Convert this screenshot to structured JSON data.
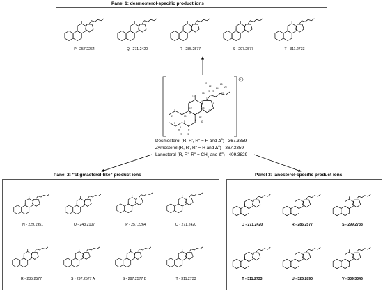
{
  "panels": [
    {
      "title": "Panel 1: desmosterol-specific product ions",
      "ions": [
        {
          "label": "P - 257.2264"
        },
        {
          "label": "Q - 271.2420"
        },
        {
          "label": "R - 285.2577"
        },
        {
          "label": "S - 297.2577"
        },
        {
          "label": "T - 311.2733"
        }
      ]
    },
    {
      "title": "Panel 2: \"stigmasterol-like\" product ions",
      "ions": [
        {
          "label": "N - 229.1951"
        },
        {
          "label": "O - 243.2107"
        },
        {
          "label": "P - 257.2264"
        },
        {
          "label": "Q - 271.2420"
        },
        {
          "label": "R - 285.2577"
        },
        {
          "label": "S - 297.2577 A"
        },
        {
          "label": "S - 297.2577  B"
        },
        {
          "label": "T - 311.2733"
        }
      ]
    },
    {
      "title": "Panel 3: lanosterol-specific product ions",
      "ions": [
        {
          "label": "Q - 271.2420"
        },
        {
          "label": "R - 285.2577"
        },
        {
          "label": "S - 299.2733"
        },
        {
          "label": "T - 311.2733"
        },
        {
          "label": "U - 325.2890"
        },
        {
          "label": "V - 339.3046"
        }
      ]
    }
  ],
  "central": {
    "charge": "+",
    "atom_labels": [
      "21",
      "22",
      "23",
      "24",
      "25",
      "26",
      "27",
      "20",
      "18",
      "17",
      "16",
      "15",
      "14",
      "13",
      "12",
      "11",
      "19",
      "9",
      "8",
      "10",
      "1",
      "2",
      "3",
      "4",
      "5",
      "6",
      "7",
      "30",
      "29",
      "28",
      "R\"",
      "R",
      "R'"
    ],
    "captions": {
      "desmosterol": "Desmosterol (R, R', R\" = H and Δ",
      "desmosterol_sup": "5",
      "desmosterol_tail": ") - 367.3359",
      "zymosterol": "Zymosterol (R, R', R\" = H and Δ",
      "zymosterol_sup": "8",
      "zymosterol_tail": ") -  367.3359",
      "lanosterol": "Lanosterol (R, R', R\" = CH",
      "lanosterol_sub": "3",
      "lanosterol_mid": " and Δ",
      "lanosterol_sup": "8",
      "lanosterol_tail": ") - 409.3829"
    }
  }
}
